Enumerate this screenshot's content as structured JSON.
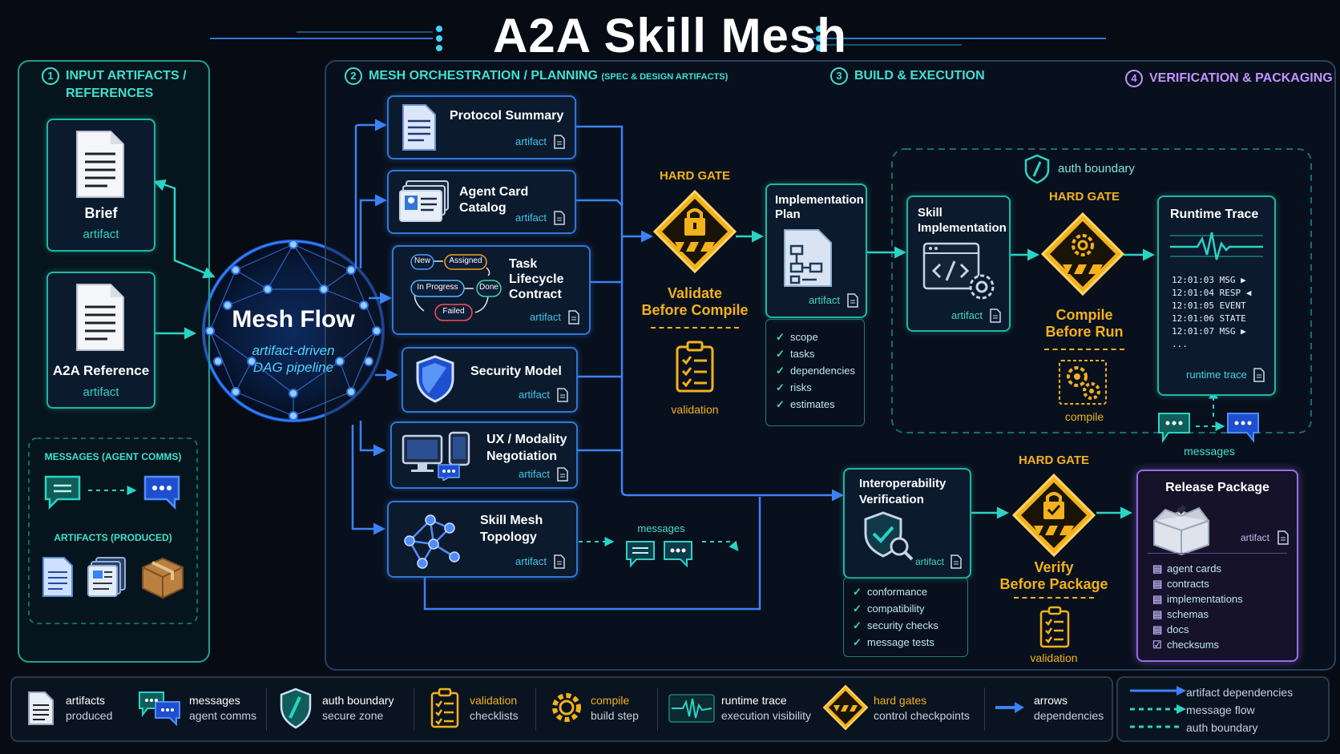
{
  "title": "A2A Skill Mesh",
  "sections": {
    "s1": {
      "num": "1",
      "title_line1": "INPUT ARTIFACTS /",
      "title_line2": "REFERENCES"
    },
    "s2": {
      "num": "2",
      "title": "MESH ORCHESTRATION / PLANNING",
      "subtitle": "(SPEC & DESIGN ARTIFACTS)"
    },
    "s3": {
      "num": "3",
      "title": "BUILD & EXECUTION"
    },
    "s4": {
      "num": "4",
      "title": "VERIFICATION & PACKAGING"
    }
  },
  "inputs": {
    "brief": {
      "title": "Brief",
      "label": "artifact"
    },
    "a2a_reference": {
      "title": "A2A Reference",
      "label": "artifact"
    },
    "messages_heading": "MESSAGES (AGENT COMMS)",
    "artifacts_heading": "ARTIFACTS (PRODUCED)"
  },
  "mesh_flow": {
    "title": "Mesh Flow",
    "subtitle_line1": "artifact-driven",
    "subtitle_line2": "DAG pipeline"
  },
  "planning": [
    {
      "title_line1": "Protocol Summary",
      "title_line2": "",
      "label": "artifact",
      "icon": "document-icon"
    },
    {
      "title_line1": "Agent Card Catalog",
      "title_line2": "",
      "label": "artifact",
      "icon": "id-cards-icon"
    },
    {
      "title_line1": "Task Lifecycle",
      "title_line2": "Contract",
      "label": "artifact",
      "icon": "lifecycle-icon"
    },
    {
      "title_line1": "Security Model",
      "title_line2": "",
      "label": "artifact",
      "icon": "shield-icon"
    },
    {
      "title_line1": "UX / Modality",
      "title_line2": "Negotiation",
      "label": "artifact",
      "icon": "devices-icon"
    },
    {
      "title_line1": "Skill Mesh",
      "title_line2": "Topology",
      "label": "artifact",
      "icon": "topology-icon"
    }
  ],
  "lifecycle_states": {
    "new": "New",
    "assigned": "Assigned",
    "in_progress": "In Progress",
    "done": "Done",
    "failed": "Failed"
  },
  "topology_messages_label": "messages",
  "gate1": {
    "label": "HARD GATE",
    "caption_line1": "Validate",
    "caption_line2": "Before Compile",
    "sub": "validation"
  },
  "impl_plan": {
    "title_line1": "Implementation",
    "title_line2": "Plan",
    "label": "artifact",
    "checks": [
      "scope",
      "tasks",
      "dependencies",
      "risks",
      "estimates"
    ]
  },
  "auth_boundary_label": "auth boundary",
  "skill_impl": {
    "title_line1": "Skill",
    "title_line2": "Implementation",
    "label": "artifact"
  },
  "gate2": {
    "label": "HARD GATE",
    "caption_line1": "Compile",
    "caption_line2": "Before Run",
    "sub": "compile"
  },
  "runtime_trace": {
    "title": "Runtime Trace",
    "label": "runtime trace",
    "rows": [
      {
        "time": "12:01:03",
        "type": "MSG",
        "dir": "▶"
      },
      {
        "time": "12:01:04",
        "type": "RESP",
        "dir": "◀"
      },
      {
        "time": "12:01:05",
        "type": "EVENT",
        "dir": ""
      },
      {
        "time": "12:01:06",
        "type": "STATE",
        "dir": ""
      },
      {
        "time": "12:01:07",
        "type": "MSG",
        "dir": "▶"
      }
    ],
    "ellipsis": "...",
    "messages_label": "messages"
  },
  "interop": {
    "title_line1": "Interoperability",
    "title_line2": "Verification",
    "label": "artifact",
    "checks": [
      "conformance",
      "compatibility",
      "security checks",
      "message tests"
    ]
  },
  "gate3": {
    "label": "HARD GATE",
    "caption_line1": "Verify",
    "caption_line2": "Before Package",
    "sub": "validation"
  },
  "release": {
    "title": "Release Package",
    "label": "artifact",
    "items": [
      "agent cards",
      "contracts",
      "implementations",
      "schemas",
      "docs",
      "checksums"
    ]
  },
  "legend": [
    {
      "icon": "document-icon",
      "title": "artifacts",
      "sub": "produced",
      "accent": false
    },
    {
      "icon": "chat-icon",
      "title": "messages",
      "sub": "agent comms",
      "accent": false
    },
    {
      "icon": "shield-icon",
      "title": "auth boundary",
      "sub": "secure zone",
      "accent": false
    },
    {
      "icon": "checklist-icon",
      "title": "validation",
      "sub": "checklists",
      "accent": true
    },
    {
      "icon": "gears-icon",
      "title": "compile",
      "sub": "build step",
      "accent": true
    },
    {
      "icon": "waveform-icon",
      "title": "runtime trace",
      "sub": "execution visibility",
      "accent": false
    },
    {
      "icon": "gate-icon",
      "title": "hard gates",
      "sub": "control checkpoints",
      "accent": true
    },
    {
      "icon": "arrow-icon",
      "title": "arrows",
      "sub": "dependencies",
      "accent": false
    }
  ],
  "arrow_legend": [
    "artifact dependencies",
    "message flow",
    "auth boundary"
  ],
  "colors": {
    "teal": "#1fb7a4",
    "blue": "#2f78d8",
    "gold": "#f2b21b",
    "purple": "#9a6ae8",
    "cyan": "#3fd6e6",
    "background": "#060b14"
  }
}
